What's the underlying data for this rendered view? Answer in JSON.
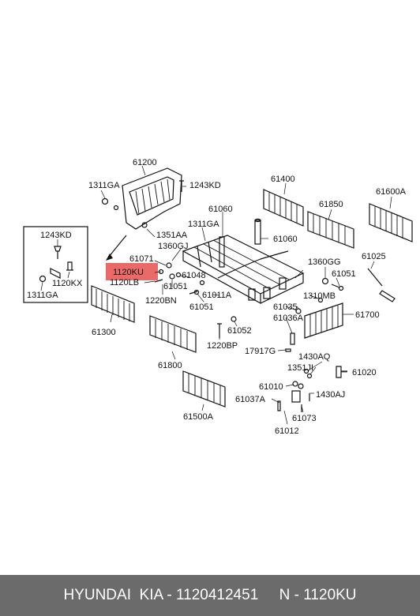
{
  "highlight_color": "#e85a5a",
  "footer_bg": "#6b6b6b",
  "labels": {
    "p61200": "61200",
    "p1311GA_top": "1311GA",
    "p1243KD_top": "1243KD",
    "p1243KD_box": "1243KD",
    "p1120KX": "1120KX",
    "p1311GA_box": "1311GA",
    "p1311GA_mid": "1311GA",
    "p1351AA": "1351AA",
    "p1360GJ": "1360GJ",
    "p61071": "61071",
    "p1120KU": "1120KU",
    "p1120LB": "1120LB",
    "p61051_a": "61051",
    "p1220BN": "1220BN",
    "p61048": "61048",
    "p61051_b": "61051",
    "p61011A": "61011A",
    "p61300": "61300",
    "p61060_top": "61060",
    "p61060_right": "61060",
    "p61400": "61400",
    "p61850": "61850",
    "p61600A": "61600A",
    "p61025": "61025",
    "p1360GG": "1360GG",
    "p61051_c": "61051",
    "p1310MB": "1310MB",
    "p61035": "61035",
    "p61036A": "61036A",
    "p61700": "61700",
    "p61052": "61052",
    "p1220BP": "1220BP",
    "p17917G": "17917G",
    "p61800": "61800",
    "p1430AQ": "1430AQ",
    "p1351JI": "1351JI",
    "p61020": "61020",
    "p61010": "61010",
    "p1430AJ": "1430AJ",
    "p61037A": "61037A",
    "p61073": "61073",
    "p61012": "61012",
    "p61500A": "61500A"
  },
  "footer": {
    "brand": "HYUNDAI  KIA - 1120412451",
    "code": "N - 1120KU"
  }
}
